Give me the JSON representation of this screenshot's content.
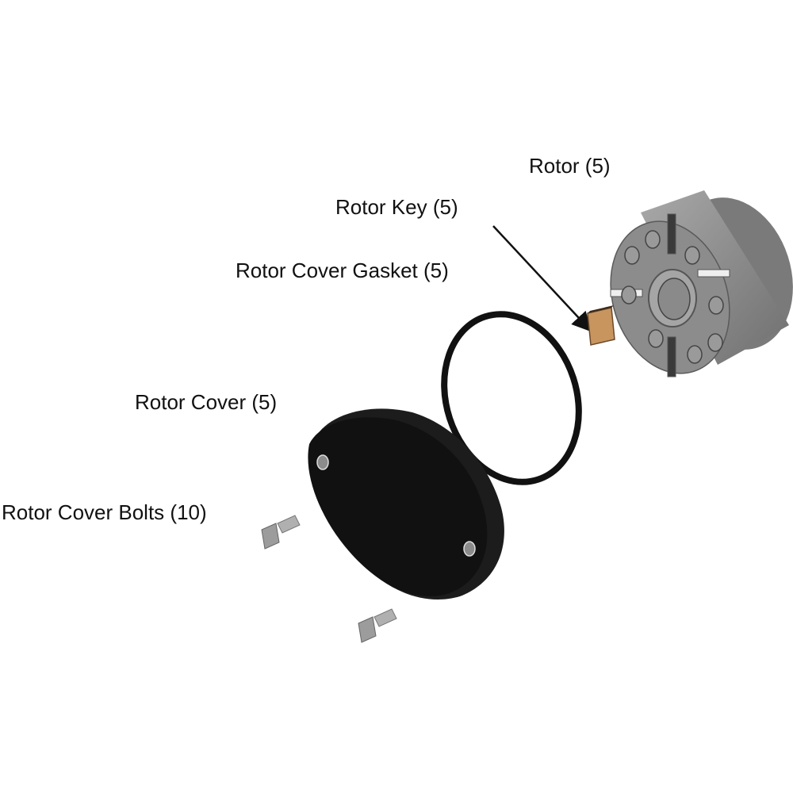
{
  "labels": {
    "rotor": "Rotor (5)",
    "rotor_key": "Rotor Key (5)",
    "rotor_cover_gasket": "Rotor Cover Gasket (5)",
    "rotor_cover": "Rotor Cover (5)",
    "rotor_cover_bolts": "Rotor Cover Bolts (10)"
  },
  "colors": {
    "rotor": "#8a8a8a",
    "rotor_key": "#c8955f",
    "gasket": "#111111",
    "cover": "#141414",
    "bolt": "#a8a8a8"
  }
}
